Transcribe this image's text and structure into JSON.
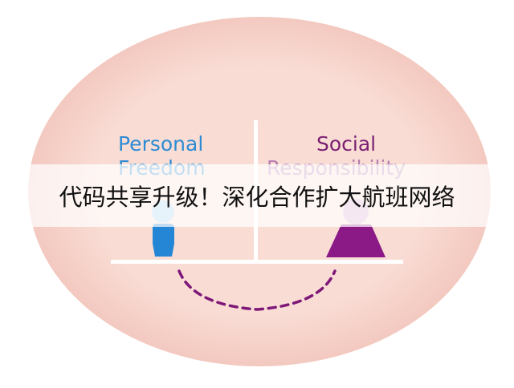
{
  "diagram": {
    "left": {
      "line1": "Personal",
      "line2": "Freedom"
    },
    "right": {
      "line1": "Social",
      "line2": "Responsibility"
    }
  },
  "overlay": {
    "caption": "代码共享升级！深化合作扩大航班网络"
  },
  "colors": {
    "background_oval": "#f9ddd5",
    "oval_edge": "#f3c9c0",
    "left_accent": "#2e8bd3",
    "left_figure": "#2486d4",
    "left_figure_head": "#a9d2ef",
    "right_accent": "#7a1f72",
    "right_figure": "#8c1a86",
    "right_figure_head": "#d7a9cf",
    "balance_bar": "#ffffff",
    "arc": "#7e1778"
  }
}
